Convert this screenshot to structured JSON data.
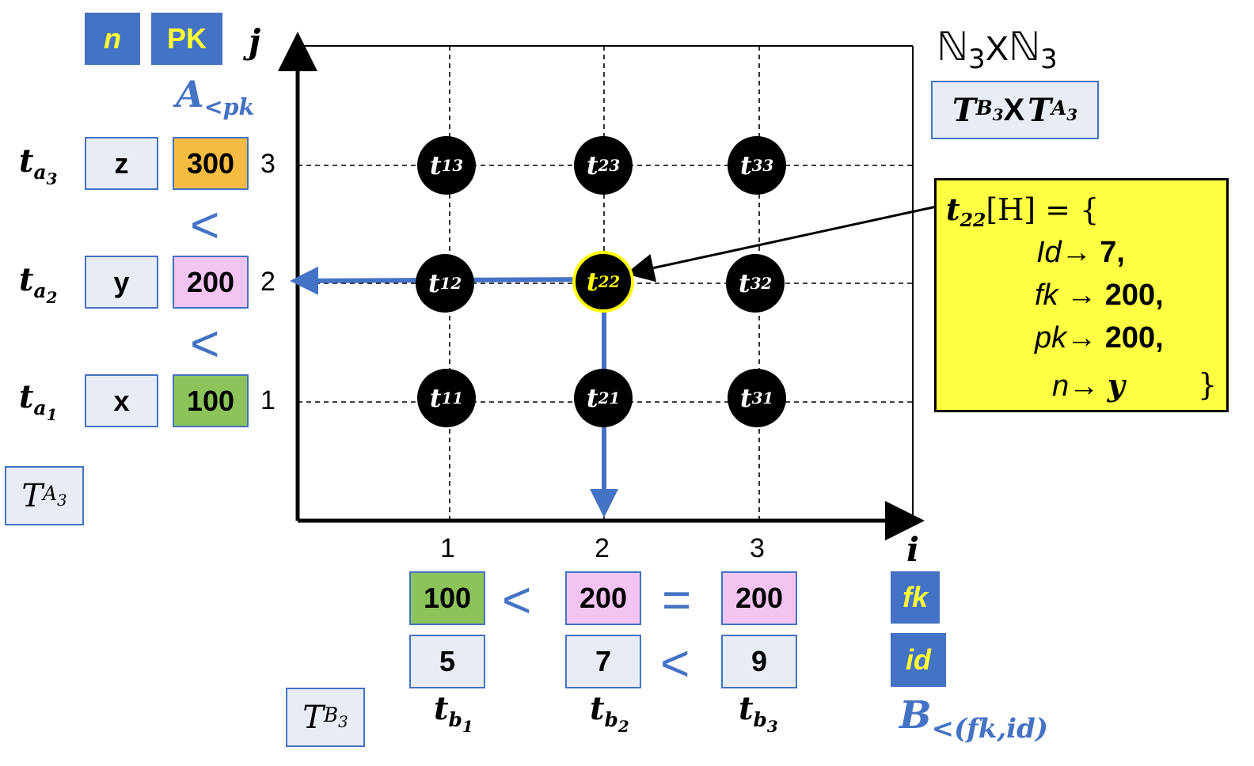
{
  "header_cells": {
    "name": "n",
    "pk": "PK"
  },
  "axis": {
    "j_label": "j",
    "i_label": "i"
  },
  "relation_a": {
    "order_label": "A",
    "order_sub": "<pk",
    "rows": [
      {
        "tuple": "t",
        "sub": "a",
        "subsub": "3",
        "name": "z",
        "pk": "300",
        "index": "3"
      },
      {
        "tuple": "t",
        "sub": "a",
        "subsub": "2",
        "name": "y",
        "pk": "200",
        "index": "2"
      },
      {
        "tuple": "t",
        "sub": "a",
        "subsub": "1",
        "name": "x",
        "pk": "100",
        "index": "1"
      }
    ],
    "less_than": "<",
    "table_label": "T",
    "table_sub": "A",
    "table_subsub": "3"
  },
  "relation_b": {
    "columns": [
      {
        "index": "1",
        "fk": "100",
        "id": "5",
        "tuple": "t",
        "sub": "b",
        "subsub": "1"
      },
      {
        "index": "2",
        "fk": "200",
        "id": "7",
        "tuple": "t",
        "sub": "b",
        "subsub": "2"
      },
      {
        "index": "3",
        "fk": "200",
        "id": "9",
        "tuple": "t",
        "sub": "b",
        "subsub": "3"
      }
    ],
    "fk_relations": [
      "<",
      "="
    ],
    "id_relations": [
      "<"
    ],
    "fk_header": "fk",
    "id_header": "id",
    "order_label": "B",
    "order_sub": "<(fk,id)",
    "table_label": "T",
    "table_sub": "B",
    "table_subsub": "3"
  },
  "product": {
    "title_n": "ℕ",
    "title_sub": "3",
    "title_x": "X",
    "box_t1": "T",
    "box_t1_sub": "B",
    "box_t1_subsub": "3",
    "box_x": "X",
    "box_t2": "T",
    "box_t2_sub": "A",
    "box_t2_subsub": "3"
  },
  "grid_nodes": [
    {
      "label": "t",
      "sub": "13"
    },
    {
      "label": "t",
      "sub": "23"
    },
    {
      "label": "t",
      "sub": "33"
    },
    {
      "label": "t",
      "sub": "12"
    },
    {
      "label": "t",
      "sub": "22"
    },
    {
      "label": "t",
      "sub": "32"
    },
    {
      "label": "t",
      "sub": "11"
    },
    {
      "label": "t",
      "sub": "21"
    },
    {
      "label": "t",
      "sub": "31"
    }
  ],
  "callout": {
    "head": "t",
    "head_sub": "22",
    "head_rest": "[H] = {",
    "lines": [
      {
        "key": "Id",
        "arrow": "→ ",
        "value": "7,"
      },
      {
        "key": "fk",
        "arrow": " → ",
        "value": "200,"
      },
      {
        "key": "pk",
        "arrow": "→ ",
        "value": "200,"
      },
      {
        "key": "n",
        "arrow": "→ ",
        "value": "y"
      }
    ],
    "close": "}"
  },
  "colors": {
    "accent": "#4472C4",
    "highlight": "#FFFF00",
    "orange": "#F6BB42",
    "pink": "#F3C4F2",
    "green": "#8CC35A"
  }
}
